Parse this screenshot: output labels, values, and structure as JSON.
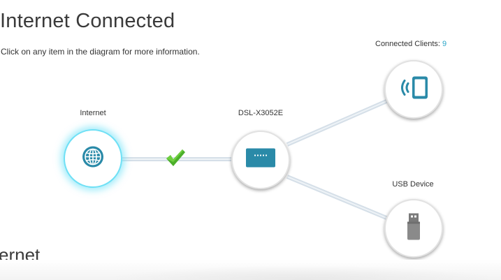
{
  "header": {
    "title": "Internet Connected",
    "hint": "Click on any item in the diagram for more information."
  },
  "diagram": {
    "internet": {
      "label": "Internet",
      "icon": "globe-icon",
      "status_icon": "check-icon"
    },
    "router": {
      "label": "DSL-X3052E",
      "icon": "router-icon"
    },
    "clients": {
      "label": "Connected Clients:",
      "count": "9",
      "icon": "wireless-tablet-icon"
    },
    "usb": {
      "label": "USB Device",
      "icon": "usb-drive-icon"
    }
  },
  "section": {
    "heading": "ernet"
  },
  "colors": {
    "accent": "#2aa5c7",
    "internet_glow": "#6fe0f5",
    "icon_teal": "#2a8aa8",
    "check_green": "#4caf2a",
    "connector": "#dde6ee"
  }
}
